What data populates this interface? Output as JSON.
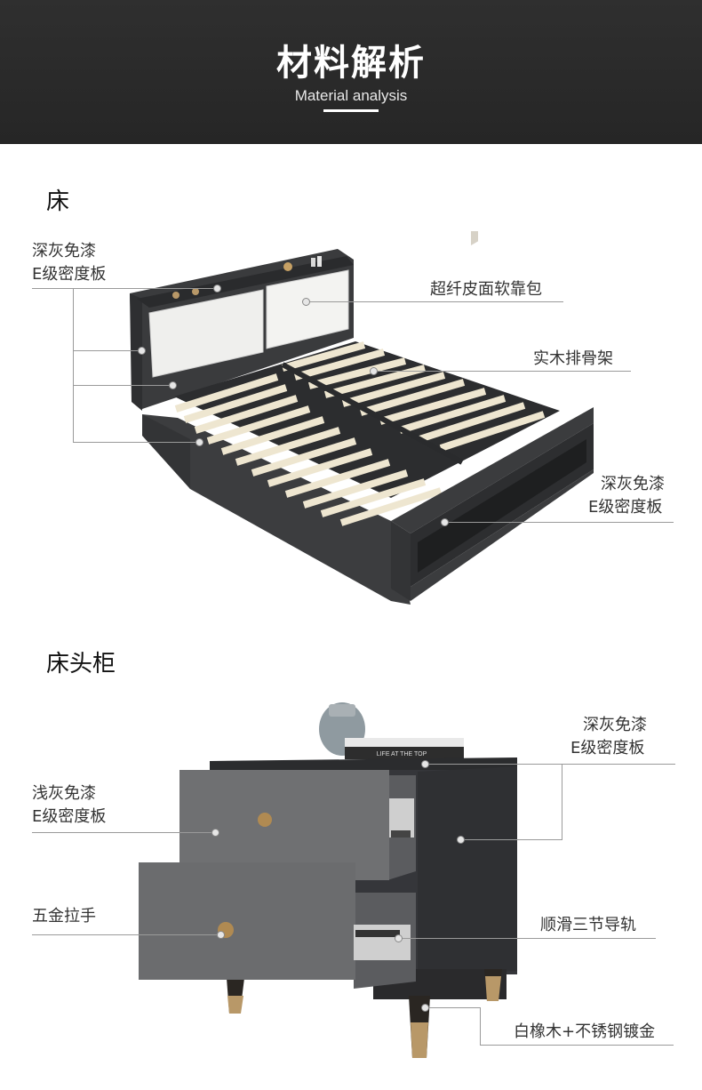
{
  "banner": {
    "title": "材料解析",
    "subtitle": "Material analysis"
  },
  "bed": {
    "section_title": "床",
    "labels": {
      "frame_panel_left_line1": "深灰免漆",
      "frame_panel_left_line2": "E级密度板",
      "headboard_cushion": "超纤皮面软靠包",
      "slat_frame": "实木排骨架",
      "frame_panel_right_line1": "深灰免漆",
      "frame_panel_right_line2": "E级密度板"
    }
  },
  "nightstand": {
    "section_title": "床头柜",
    "labels": {
      "body_panel_line1": "深灰免漆",
      "body_panel_line2": "E级密度板",
      "drawer_panel_line1": "浅灰免漆",
      "drawer_panel_line2": "E级密度板",
      "handle": "五金拉手",
      "rail": "顺滑三节导轨",
      "legs": "白橡木+不锈钢镀金"
    },
    "book_text": "LIFE AT THE TOP"
  },
  "colors": {
    "banner_bg": "#2b2b2b",
    "dark_gray_panel": "#3a3b3d",
    "light_gray_panel": "#6f7072",
    "cushion": "#f1f1ef",
    "slats": "#efe7d2",
    "leg_wood": "#2a2622",
    "leg_gold": "#b89868"
  },
  "icons": [
    "drawer-knob-icon",
    "callout-dot-icon"
  ]
}
